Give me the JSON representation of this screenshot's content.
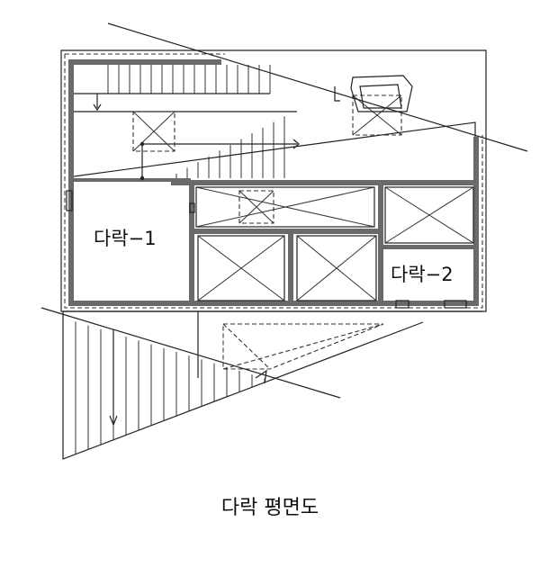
{
  "diagram": {
    "rooms": [
      {
        "id": "attic-1",
        "label": "다락−1"
      },
      {
        "id": "attic-2",
        "label": "다락−2"
      }
    ],
    "caption": "다락 평면도"
  }
}
